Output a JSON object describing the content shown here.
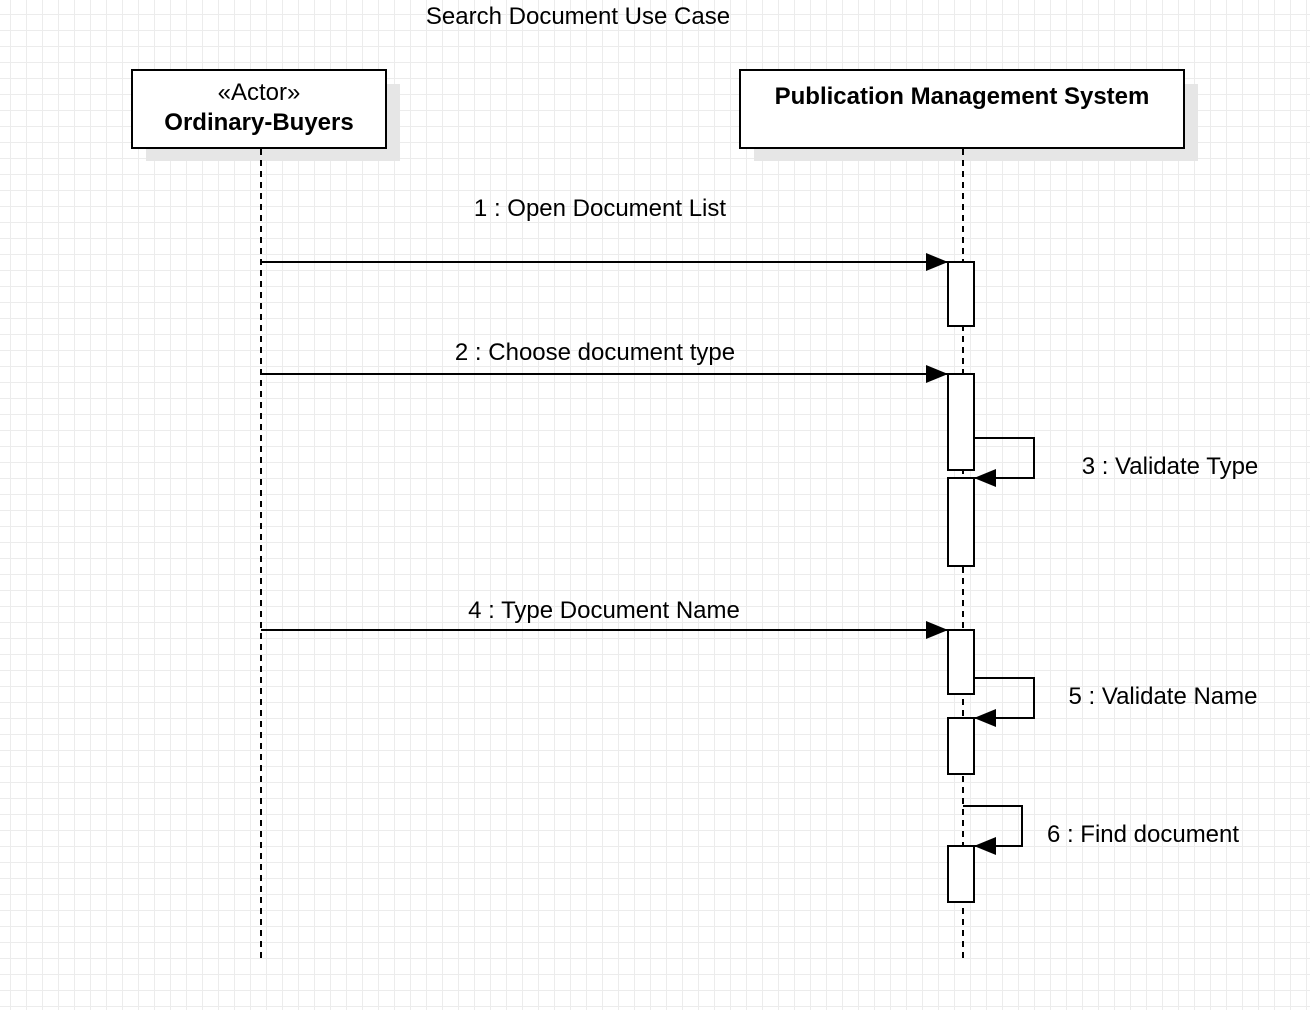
{
  "diagram": {
    "title": "Search Document Use Case",
    "lifelines": [
      {
        "stereotype": "«Actor»",
        "name": "Ordinary-Buyers"
      },
      {
        "stereotype": "",
        "name": "Publication Management System"
      }
    ],
    "messages": [
      {
        "label": "1 : Open Document List",
        "type": "call"
      },
      {
        "label": "2 : Choose document type",
        "type": "call"
      },
      {
        "label": "3 : Validate Type",
        "type": "self"
      },
      {
        "label": "4 : Type Document Name",
        "type": "call"
      },
      {
        "label": "5 : Validate Name",
        "type": "self"
      },
      {
        "label": "6 : Find document",
        "type": "self"
      }
    ]
  }
}
